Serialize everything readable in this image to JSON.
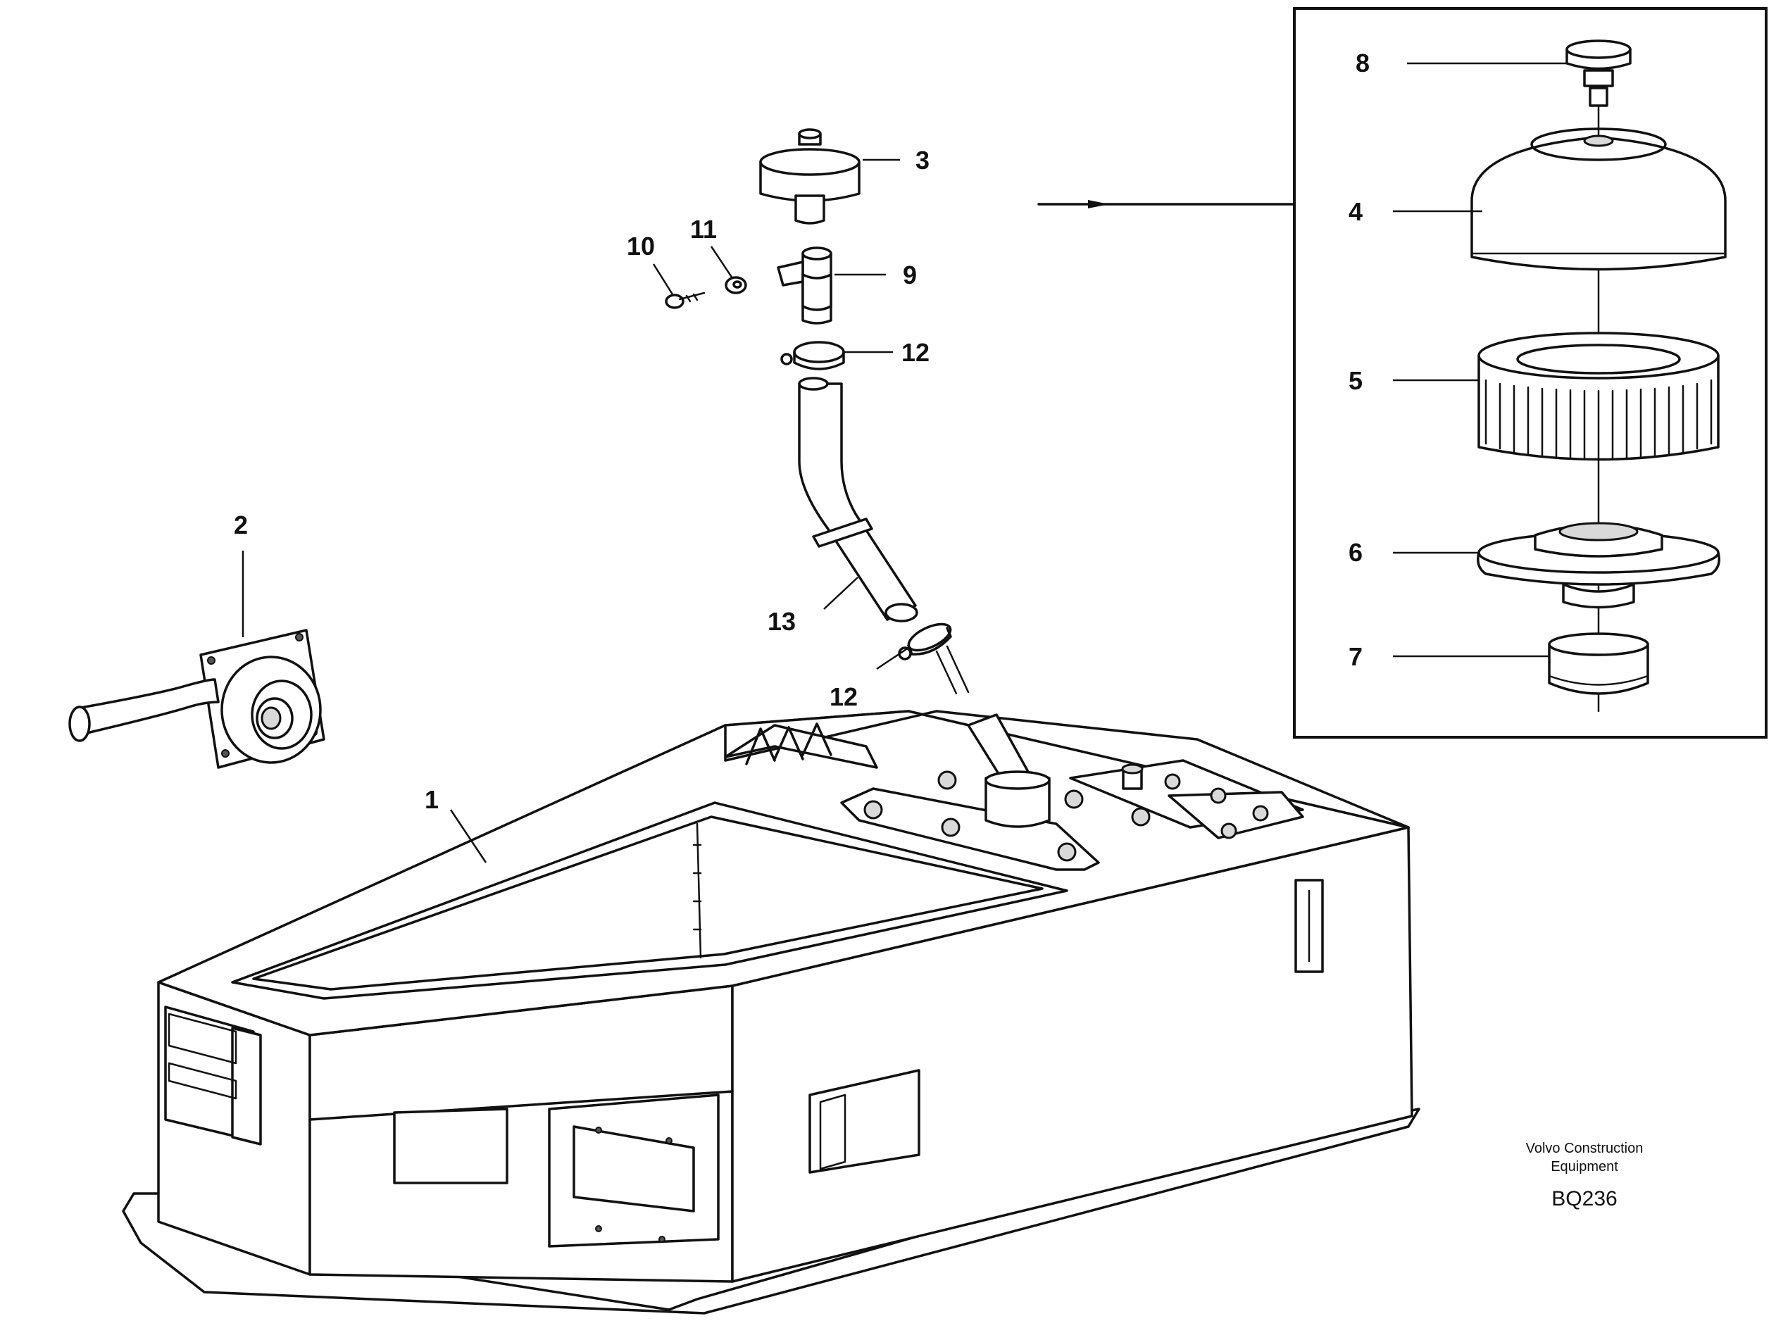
{
  "callouts": [
    {
      "id": "1",
      "label": "1"
    },
    {
      "id": "2",
      "label": "2"
    },
    {
      "id": "3",
      "label": "3"
    },
    {
      "id": "4",
      "label": "4"
    },
    {
      "id": "5",
      "label": "5"
    },
    {
      "id": "6",
      "label": "6"
    },
    {
      "id": "7",
      "label": "7"
    },
    {
      "id": "8",
      "label": "8"
    },
    {
      "id": "9",
      "label": "9"
    },
    {
      "id": "10",
      "label": "10"
    },
    {
      "id": "11",
      "label": "11"
    },
    {
      "id": "12a",
      "label": "12"
    },
    {
      "id": "12b",
      "label": "12"
    },
    {
      "id": "13",
      "label": "13"
    }
  ],
  "footer": {
    "company_line1": "Volvo Construction",
    "company_line2": "Equipment",
    "drawing_code": "BQ236"
  }
}
